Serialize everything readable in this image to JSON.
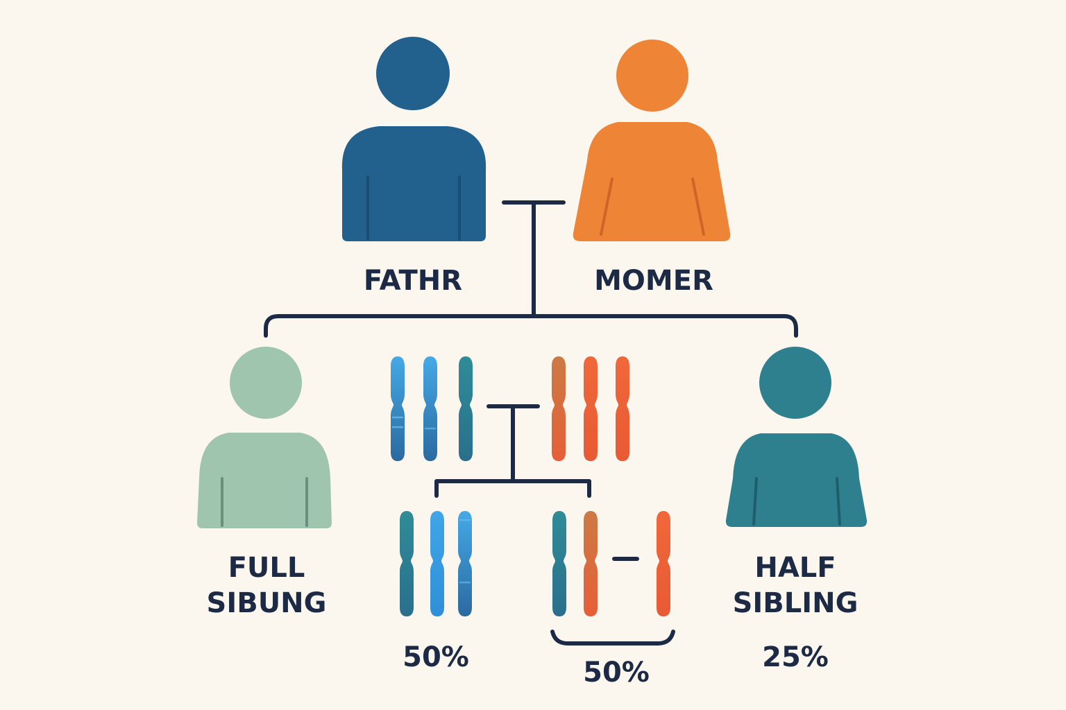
{
  "labels": {
    "father": "FATHR",
    "mother": "MOMER",
    "full_sibling": [
      "FULL",
      "SIBUNG"
    ],
    "half_sibling": [
      "HALF",
      "SIBLING"
    ]
  },
  "percentages": {
    "paternal_set": "50%",
    "mixed_set": "50%",
    "half_sibling": "25%"
  },
  "colors": {
    "background": "#fcf7ee",
    "father": "#22618e",
    "mother": "#ee8436",
    "full_sibling": "#a0c5ae",
    "half_sibling": "#2f808f",
    "lines": "#1c2a45",
    "text": "#1c2a45",
    "chromosome_blue": "#3a9ede",
    "chromosome_teal": "#2f7f92",
    "chromosome_orange": "#ec6a3a",
    "chromosome_brown": "#d6793e"
  },
  "icons": [
    "person-icon",
    "chromosome-icon"
  ]
}
